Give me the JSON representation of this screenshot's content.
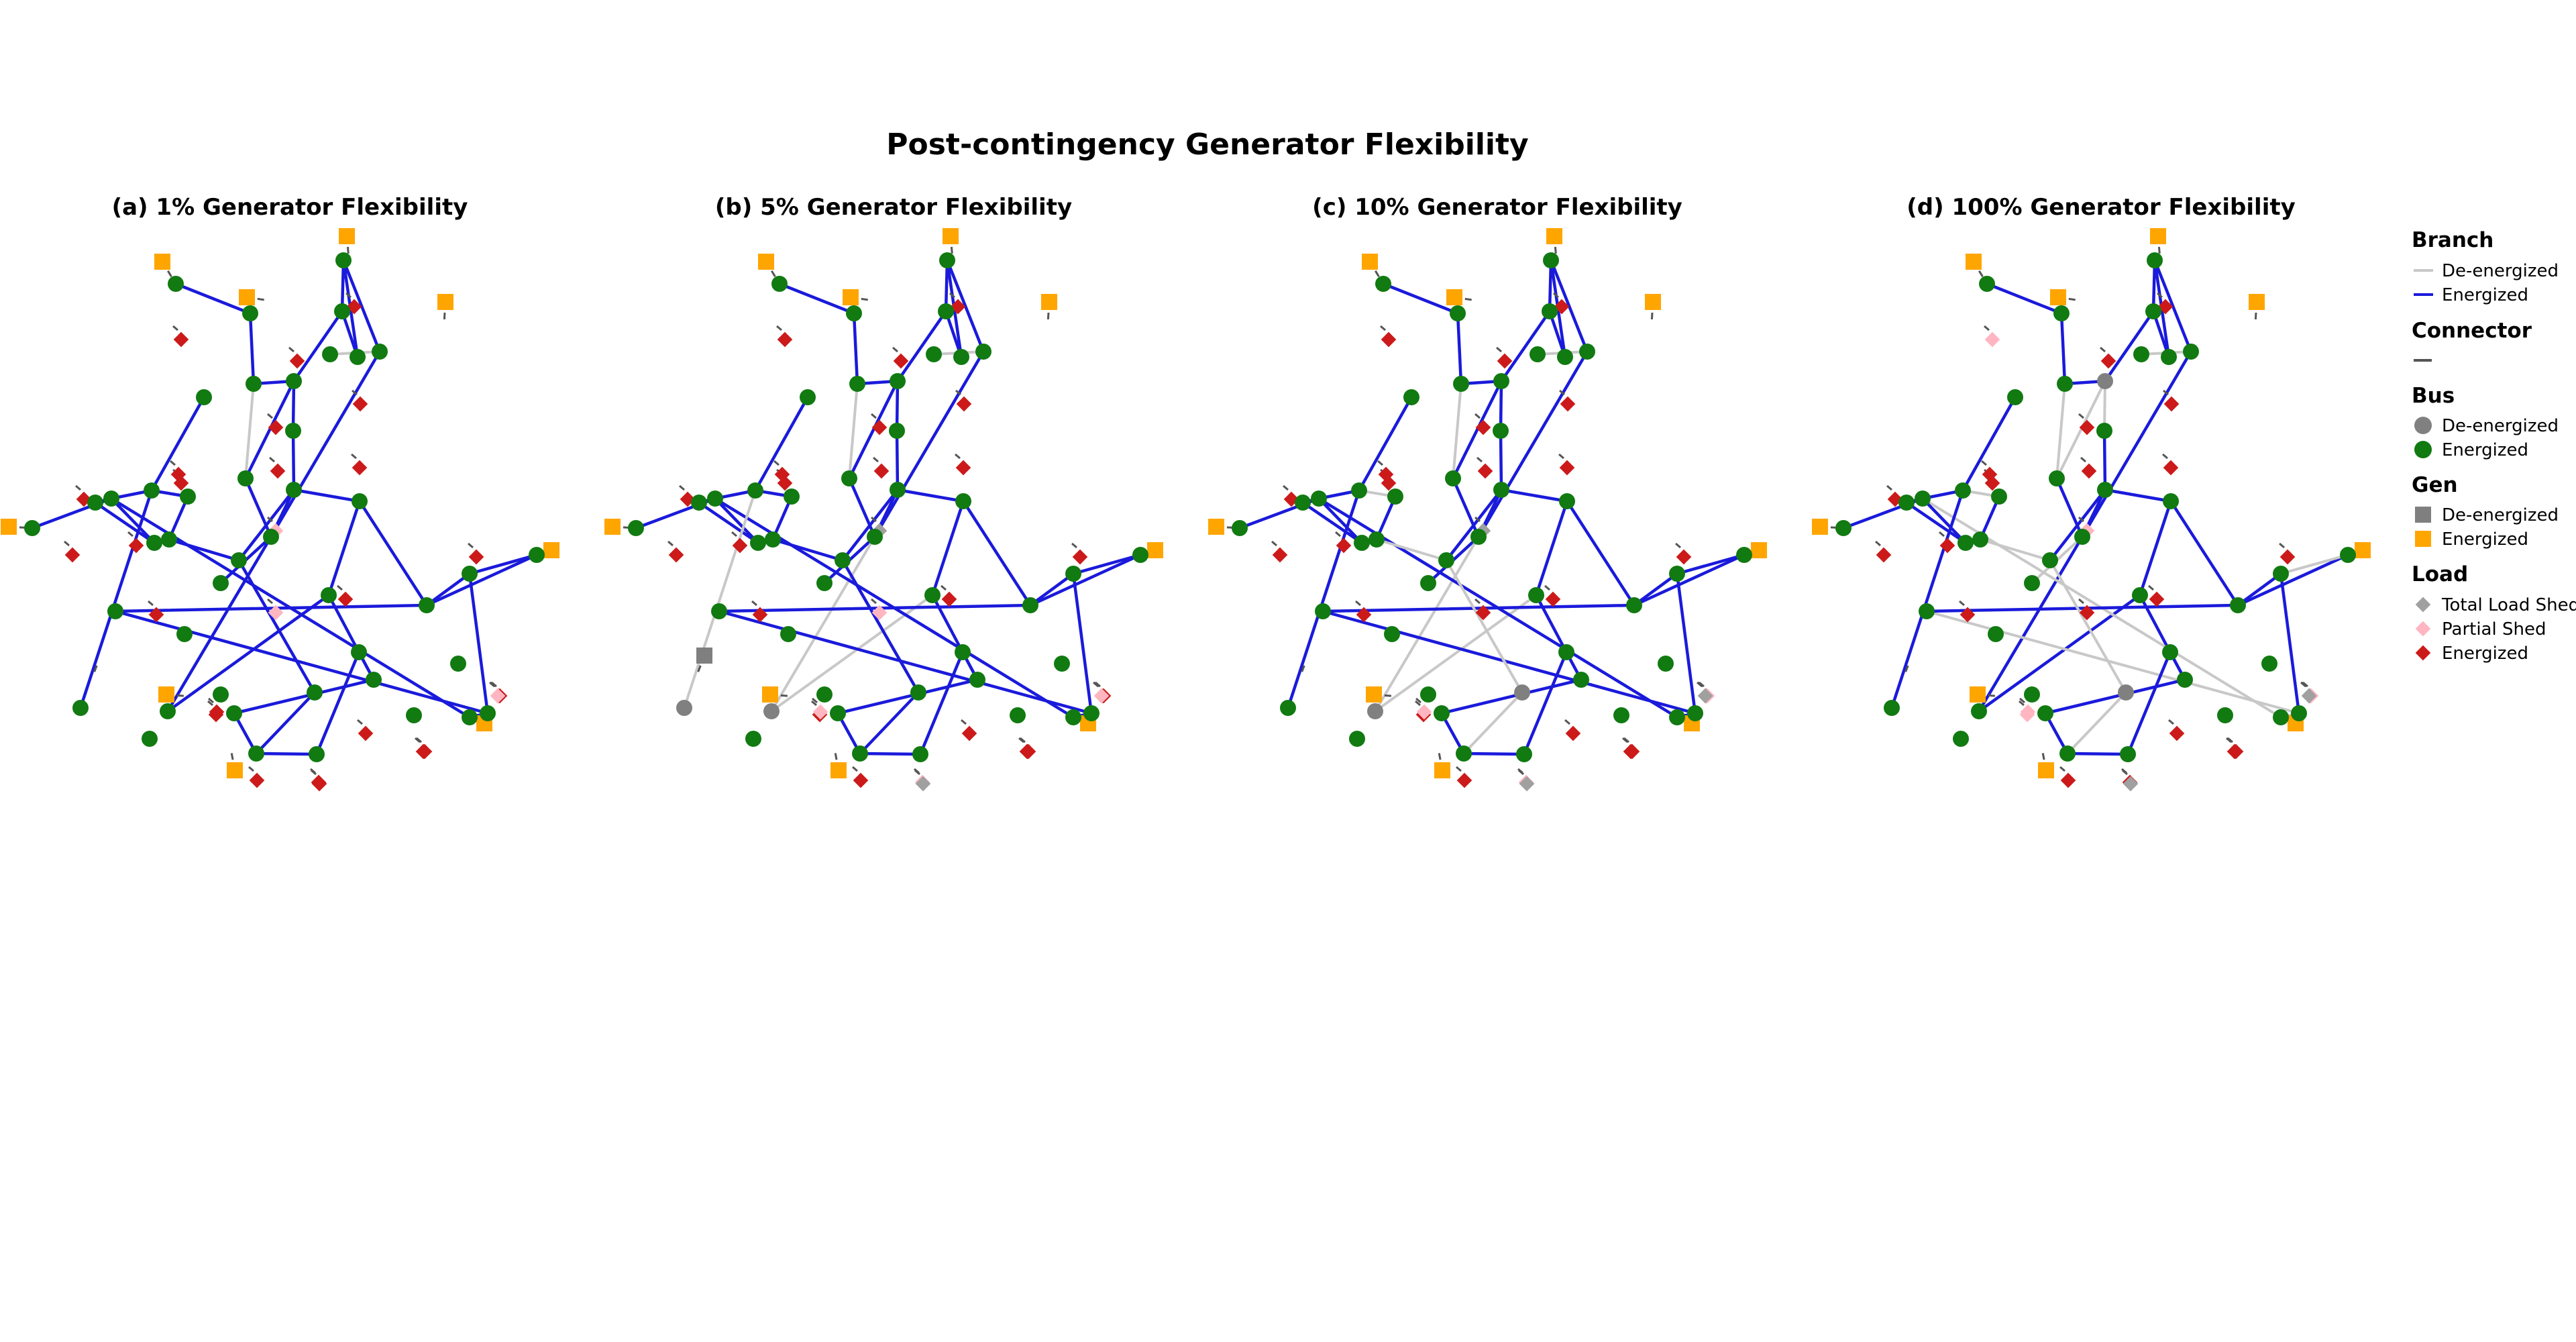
{
  "figure": {
    "title": "Post-contingency Generator Flexibility",
    "panels": [
      {
        "title": "(a) 1% Generator Flexibility",
        "deenergized_branches": [
          [
            "b5",
            "b6"
          ],
          [
            "b9",
            "b8"
          ]
        ],
        "deenergized_buses": [],
        "deenergized_gens": [],
        "load_states": {
          "L1": "E",
          "L2": "E",
          "L3": "E",
          "L4": "E",
          "L5": "E",
          "L6": "E",
          "L7": "E",
          "L8": "E",
          "L9": "E",
          "L10": "E",
          "L11": "P",
          "L12": "E",
          "L13": "P",
          "L14": "E",
          "L15": "E",
          "L16": "T",
          "L17": "E",
          "L18": "E",
          "L19": "E",
          "L20": "E",
          "L21": "E",
          "L22": "E",
          "L23": "E",
          "L24": "E",
          "L25": "E",
          "L26": "P",
          "L27": "E",
          "L28": "E"
        }
      },
      {
        "title": "(b) 5% Generator Flexibility",
        "deenergized_branches": [
          [
            "b5",
            "b6"
          ],
          [
            "b9",
            "b8"
          ],
          [
            "b14",
            "b28"
          ],
          [
            "b28",
            "b13"
          ],
          [
            "b13",
            "b17"
          ],
          [
            "b16",
            "b29"
          ]
        ],
        "deenergized_buses": [
          "b28",
          "b29"
        ],
        "deenergized_gens": [
          "g_b29"
        ],
        "load_states": {
          "L1": "E",
          "L2": "E",
          "L3": "E",
          "L4": "E",
          "L5": "E",
          "L6": "E",
          "L7": "E",
          "L8": "E",
          "L9": "E",
          "L10": "E",
          "L11": "T",
          "L12": "E",
          "L13": "P",
          "L14": "E",
          "L15": "E",
          "L16": "T",
          "L17": "E",
          "L18": "E",
          "L19": "E",
          "L20": "P",
          "L21": "E",
          "L22": "T",
          "L23": "E",
          "L24": "P",
          "L25": "E",
          "L26": "P",
          "L27": "E",
          "L28": "E"
        }
      },
      {
        "title": "(c) 10% Generator Flexibility",
        "deenergized_branches": [
          [
            "b5",
            "b6"
          ],
          [
            "b9",
            "b8"
          ],
          [
            "b14",
            "b28"
          ],
          [
            "b28",
            "b13"
          ],
          [
            "b16",
            "b17"
          ],
          [
            "b18",
            "b19"
          ],
          [
            "b19",
            "b20"
          ],
          [
            "b20",
            "b21"
          ]
        ],
        "deenergized_buses": [
          "b28",
          "b20"
        ],
        "deenergized_gens": [],
        "load_states": {
          "L1": "E",
          "L2": "E",
          "L3": "E",
          "L4": "E",
          "L5": "E",
          "L6": "E",
          "L7": "E",
          "L8": "E",
          "L9": "E",
          "L10": "E",
          "L11": "T",
          "L12": "E",
          "L13": "E",
          "L14": "E",
          "L15": "E",
          "L16": "T",
          "L17": "E",
          "L18": "E",
          "L19": "E",
          "L20": "P",
          "L21": "P",
          "L22": "T",
          "L23": "E",
          "L24": "P",
          "L25": "E",
          "L26": "T",
          "L27": "E",
          "L28": "E"
        }
      },
      {
        "title": "(d) 100% Generator Flexibility",
        "deenergized_branches": [
          [
            "b5",
            "b6"
          ],
          [
            "b9",
            "b8"
          ],
          [
            "b10",
            "b7"
          ],
          [
            "b7",
            "b8"
          ],
          [
            "b40",
            "b41"
          ],
          [
            "b34",
            "b14"
          ],
          [
            "b16",
            "b17"
          ],
          [
            "b18",
            "b19"
          ],
          [
            "b19",
            "b20"
          ],
          [
            "b20",
            "b21"
          ],
          [
            "b30",
            "b38"
          ],
          [
            "b38",
            "b39"
          ],
          [
            "b39",
            "b33"
          ]
        ],
        "deenergized_buses": [
          "b7",
          "b20"
        ],
        "deenergized_gens": [],
        "load_states": {
          "L1": "E",
          "L2": "E",
          "L3": "P",
          "L4": "E",
          "L5": "E",
          "L6": "E",
          "L7": "E",
          "L8": "E",
          "L9": "E",
          "L10": "E",
          "L11": "P",
          "L12": "E",
          "L13": "E",
          "L14": "E",
          "L15": "P",
          "L16": "T",
          "L17": "E",
          "L18": "E",
          "L19": "E",
          "L20": "E",
          "L21": "P",
          "L22": "T",
          "L23": "E",
          "L24": "P",
          "L25": "E",
          "L26": "T",
          "L27": "E",
          "L28": "E"
        }
      }
    ]
  },
  "legend": {
    "branch": {
      "title": "Branch",
      "deenergized": "De-energized",
      "energized": "Energized"
    },
    "connector": {
      "title": "Connector"
    },
    "bus": {
      "title": "Bus",
      "deenergized": "De-energized",
      "energized": "Energized"
    },
    "gen": {
      "title": "Gen",
      "deenergized": "De-energized",
      "energized": "Energized"
    },
    "load": {
      "title": "Load",
      "total": "Total Load Shed",
      "partial": "Partial Shed",
      "energized": "Energized"
    }
  },
  "colors": {
    "branch_energized": "#1a1adb",
    "branch_deenergized": "#c8c8c8",
    "bus_energized": "#117a11",
    "bus_deenergized": "#808080",
    "gen_energized": "#ffa500",
    "gen_deenergized": "#7f7f7f",
    "load_energized": "#cc1a1a",
    "load_partial": "#ffb6c1",
    "load_total": "#a0a0a0",
    "connector": "#555555"
  }
}
